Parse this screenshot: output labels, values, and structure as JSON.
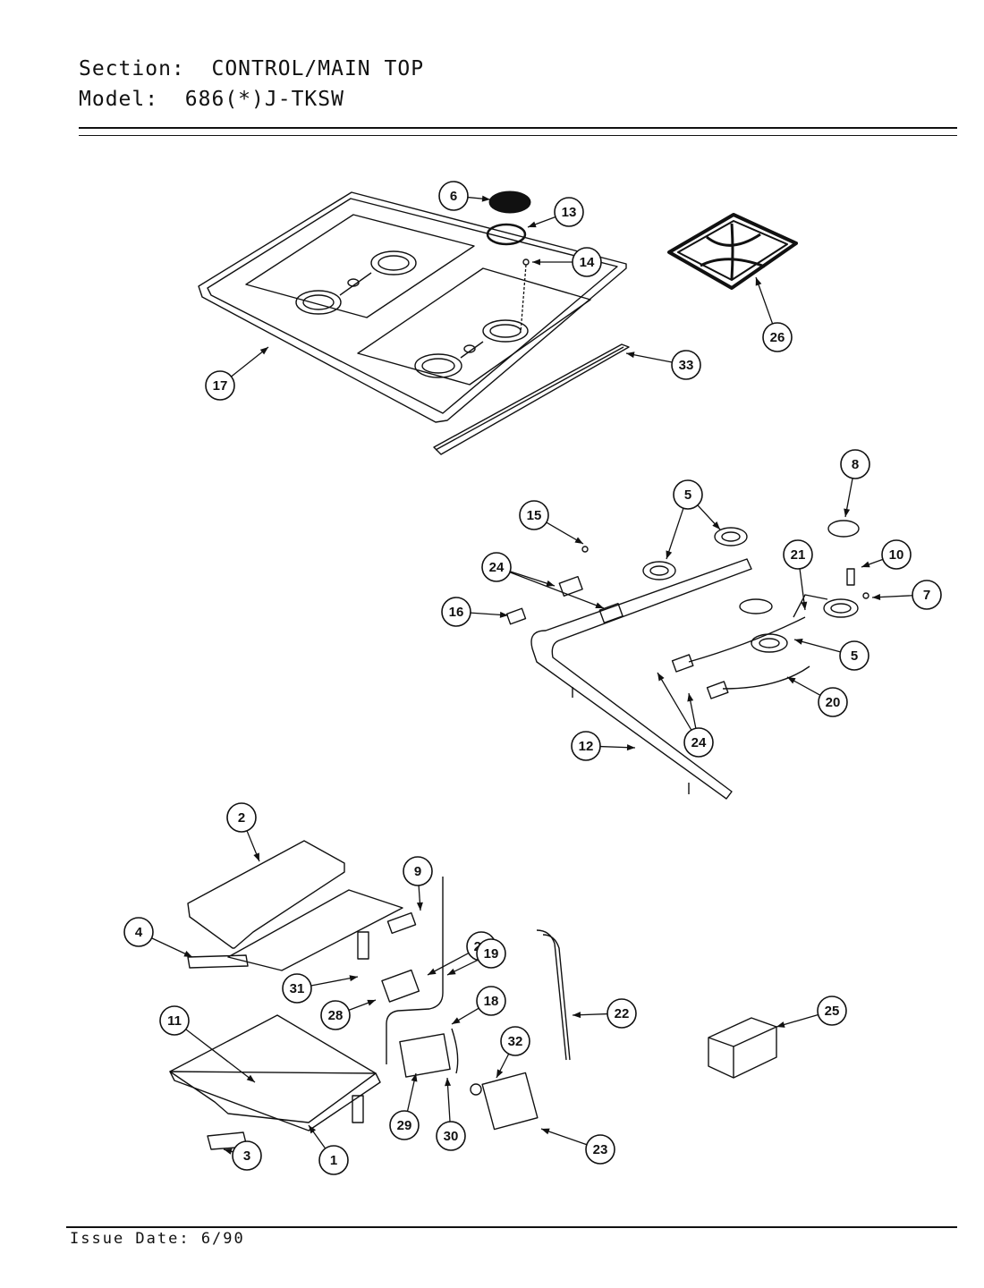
{
  "header": {
    "section_label": "Section:",
    "section_value": "CONTROL/MAIN TOP",
    "model_label": "Model:",
    "model_value": "686(*)J-TKSW"
  },
  "footer": {
    "issue_date": "Issue Date: 6/90"
  },
  "callouts": [
    {
      "label": "6"
    },
    {
      "label": "13"
    },
    {
      "label": "14"
    },
    {
      "label": "26"
    },
    {
      "label": "17"
    },
    {
      "label": "33"
    },
    {
      "label": "8"
    },
    {
      "label": "5"
    },
    {
      "label": "15"
    },
    {
      "label": "24"
    },
    {
      "label": "21"
    },
    {
      "label": "10"
    },
    {
      "label": "16"
    },
    {
      "label": "7"
    },
    {
      "label": "5"
    },
    {
      "label": "20"
    },
    {
      "label": "24"
    },
    {
      "label": "12"
    },
    {
      "label": "2"
    },
    {
      "label": "9"
    },
    {
      "label": "4"
    },
    {
      "label": "27"
    },
    {
      "label": "19"
    },
    {
      "label": "31"
    },
    {
      "label": "28"
    },
    {
      "label": "18"
    },
    {
      "label": "22"
    },
    {
      "label": "25"
    },
    {
      "label": "11"
    },
    {
      "label": "32"
    },
    {
      "label": "29"
    },
    {
      "label": "30"
    },
    {
      "label": "23"
    },
    {
      "label": "3"
    },
    {
      "label": "1"
    }
  ]
}
